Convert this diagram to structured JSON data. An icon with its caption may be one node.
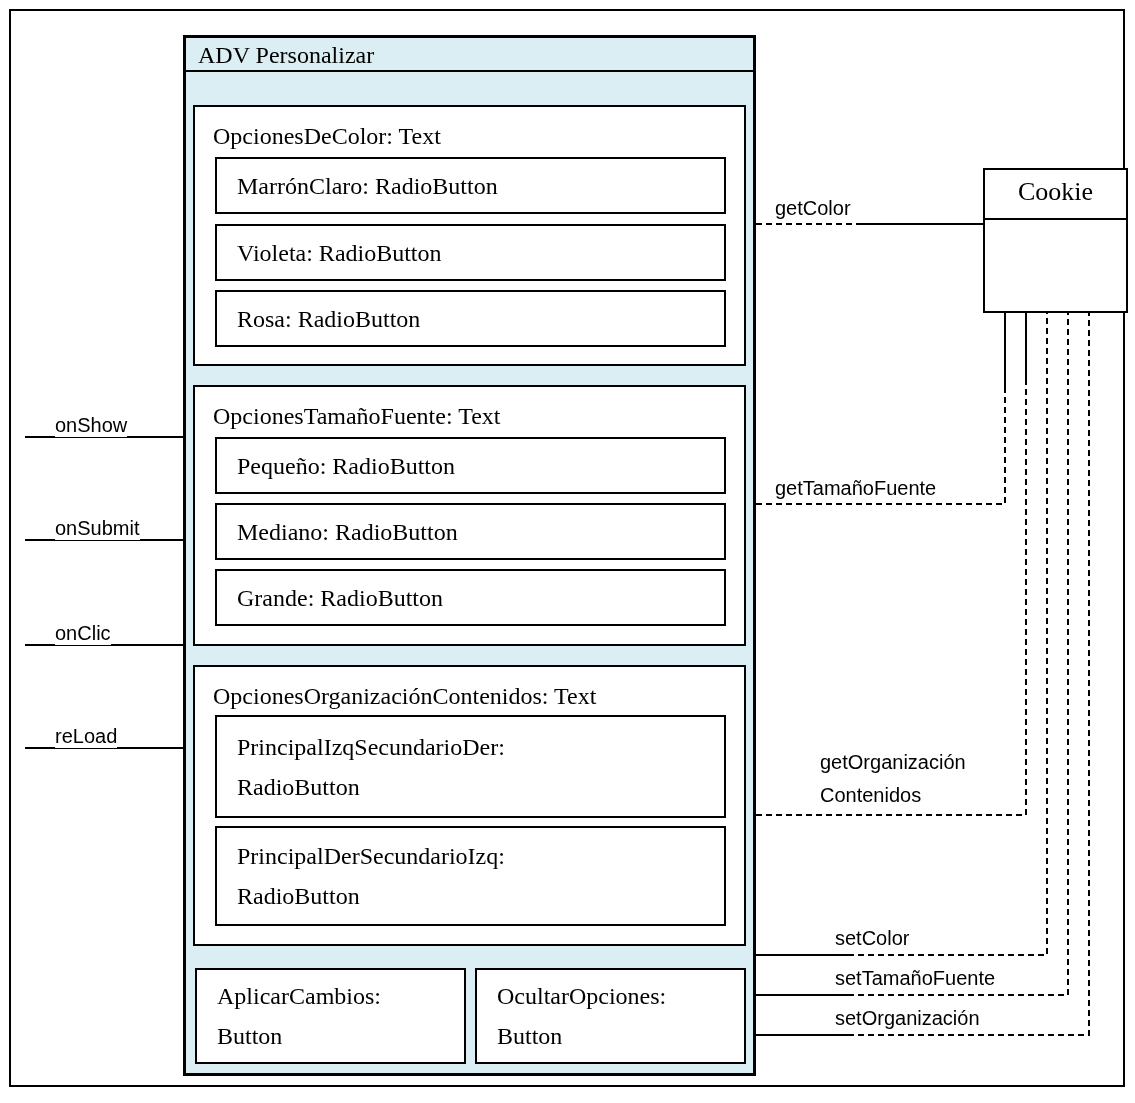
{
  "diagram": {
    "nodes": [
      {
        "text": [
          "ADV Personalizar"
        ]
      },
      {
        "text": [
          "OpcionesDeColor: Text"
        ],
        "in": 0
      },
      {
        "text": [
          "MarrónClaro: RadioButton"
        ],
        "in": 1
      },
      {
        "text": [
          "Violeta: RadioButton"
        ],
        "in": 1
      },
      {
        "text": [
          "Rosa: RadioButton"
        ],
        "in": 1
      },
      {
        "text": [
          "OpcionesTamañoFuente: Text"
        ],
        "in": 0
      },
      {
        "text": [
          "Pequeño: RadioButton"
        ],
        "in": 5
      },
      {
        "text": [
          "Mediano: RadioButton"
        ],
        "in": 5
      },
      {
        "text": [
          "Grande: RadioButton"
        ],
        "in": 5
      },
      {
        "text": [
          "OpcionesOrganizaciónContenidos: Text"
        ],
        "in": 0
      },
      {
        "text": [
          "PrincipalIzqSecundarioDer: RadioButton"
        ],
        "in": 9
      },
      {
        "text": [
          "PrincipalDerSecundarioIzq: RadioButton"
        ],
        "in": 9
      },
      {
        "text": [
          "AplicarCambios: Button"
        ],
        "in": 0
      },
      {
        "text": [
          "OcultarOpciones: Button"
        ],
        "in": 0
      },
      {
        "text": [
          "Cookie"
        ]
      }
    ],
    "edges": [
      {
        "from": null,
        "to": 0,
        "arrow": "none",
        "label": "onShow"
      },
      {
        "from": null,
        "to": 0,
        "arrow": "none",
        "label": "onSubmit"
      },
      {
        "from": null,
        "to": 0,
        "arrow": "none",
        "label": "onClic"
      },
      {
        "from": null,
        "to": 0,
        "arrow": "none",
        "label": "reLoad"
      },
      {
        "from": 0,
        "to": 14,
        "arrow": "none",
        "label": "getColor",
        "style": "dashed"
      },
      {
        "from": 0,
        "to": 14,
        "arrow": "none",
        "label": "getTamañoFuente",
        "style": "dashed"
      },
      {
        "from": 0,
        "to": 14,
        "arrow": "none",
        "label": "getOrganización Contenidos",
        "style": "dashed"
      },
      {
        "from": 0,
        "to": 14,
        "arrow": "none",
        "label": "setColor",
        "style": "dashed"
      },
      {
        "from": 0,
        "to": 14,
        "arrow": "none",
        "label": "setTamañoFuente",
        "style": "dashed"
      },
      {
        "from": 0,
        "to": 14,
        "arrow": "none",
        "label": "setOrganización",
        "style": "dashed"
      }
    ]
  }
}
